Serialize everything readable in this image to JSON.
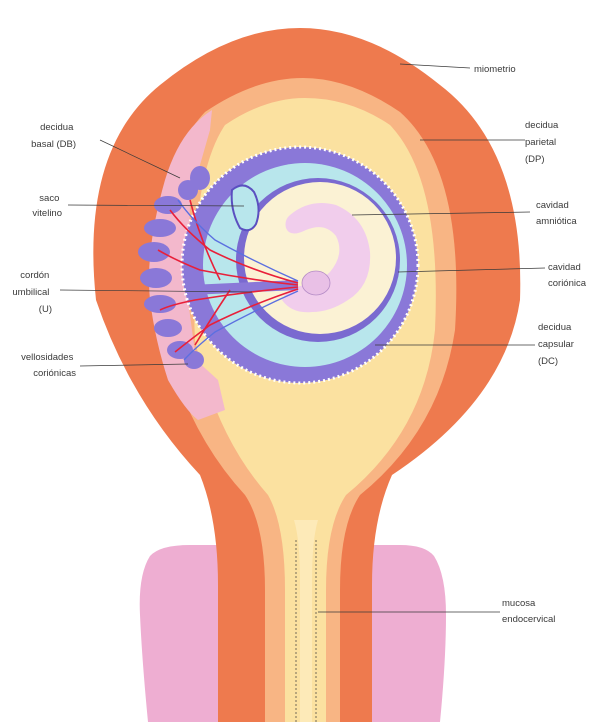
{
  "labels": {
    "miometrio": [
      "miometrio"
    ],
    "decidua_parietal": [
      "decidua",
      "parietal",
      "(DP)"
    ],
    "decidua_basal": [
      "decidua",
      "basal (DB)"
    ],
    "saco_vitelino": [
      "saco",
      "vitelino"
    ],
    "cavidad_amniotica": [
      "cavidad",
      "amniótica"
    ],
    "cordon_umbilical": [
      "cordón",
      "umbilical",
      "(U)"
    ],
    "cavidad_corionica": [
      "cavidad",
      "coriónica"
    ],
    "decidua_capsular": [
      "decidua",
      "capsular",
      "(DC)"
    ],
    "vellosidades_corionicas": [
      "vellosidades",
      "coriónicas"
    ],
    "mucosa_endocervical": [
      "mucosa",
      "endocervical"
    ]
  },
  "colors": {
    "myometrium": "#ee7a4e",
    "cervix_pink": "#eeaed2",
    "decidua_salmon": "#f8b584",
    "decidua_yellow": "#fbe1a0",
    "decidua_pink": "#f3b8cc",
    "chorion_purple": "#8a78d8",
    "chorionic_cavity": "#b8e6ec",
    "amnion": "#fbf2d4",
    "embryo": "#f1cdec",
    "vessel_red": "#e8203a"
  }
}
